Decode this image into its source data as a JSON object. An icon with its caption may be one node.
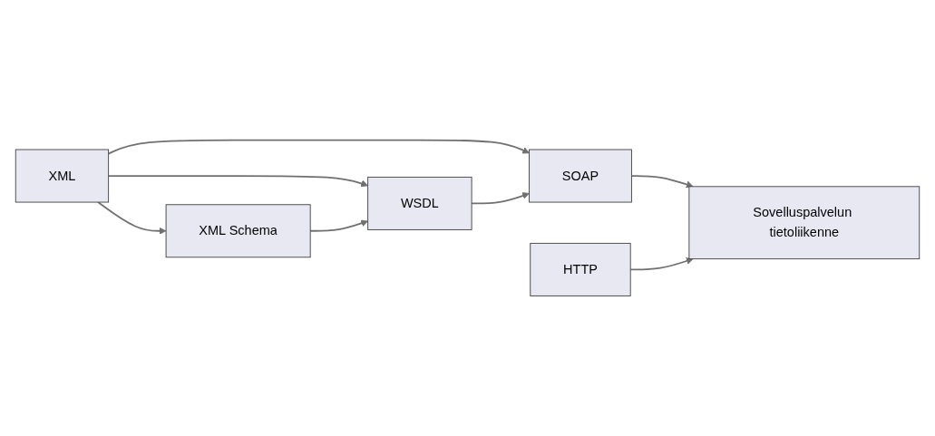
{
  "diagram": {
    "nodes": [
      {
        "text": [
          "XML"
        ]
      },
      {
        "text": [
          "XML Schema"
        ]
      },
      {
        "text": [
          "WSDL"
        ]
      },
      {
        "text": [
          "SOAP"
        ]
      },
      {
        "text": [
          "Sovelluspalvelun tietoliikenne"
        ]
      },
      {
        "text": [
          "HTTP"
        ]
      }
    ],
    "edges": [
      {
        "from": 0,
        "to": 1,
        "arrow": "to"
      },
      {
        "from": 0,
        "to": 2,
        "arrow": "to"
      },
      {
        "from": 0,
        "to": 3,
        "arrow": "to"
      },
      {
        "from": 1,
        "to": 2,
        "arrow": "to"
      },
      {
        "from": 2,
        "to": 3,
        "arrow": "to"
      },
      {
        "from": 3,
        "to": 4,
        "arrow": "to"
      },
      {
        "from": 5,
        "to": 4,
        "arrow": "to"
      }
    ]
  }
}
